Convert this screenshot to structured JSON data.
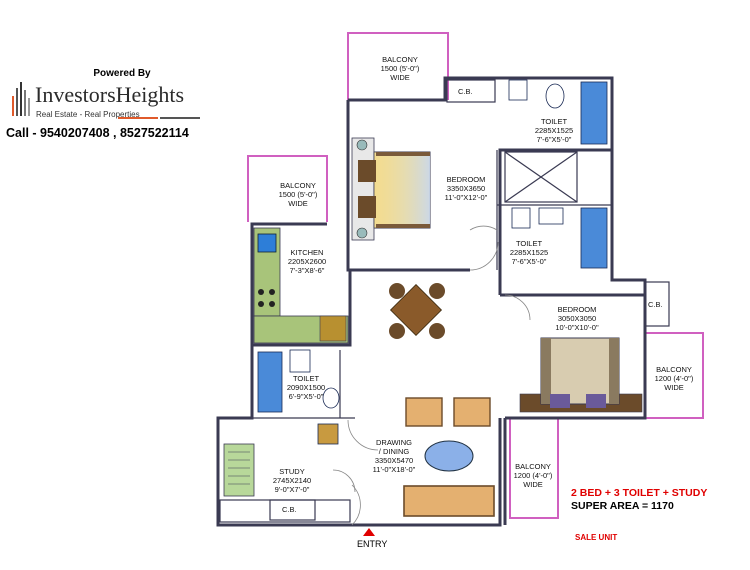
{
  "branding": {
    "powered_by": "Powered By",
    "name": "InvestorsHeights",
    "tagline": "Real Estate - Real Properties",
    "call": "Call - 9540207408 , 8527522114"
  },
  "rooms": {
    "balcony_top": {
      "name": "BALCONY",
      "dims": "1500 (5'-0\")",
      "extra": "WIDE"
    },
    "balcony_left": {
      "name": "BALCONY",
      "dims": "1500 (5'-0\")",
      "extra": "WIDE"
    },
    "bedroom_master": {
      "name": "BEDROOM",
      "dims": "3350X3650",
      "extra": "11'-0\"X12'-0\""
    },
    "toilet_top": {
      "name": "TOILET",
      "dims": "2285X1525",
      "extra": "7'-6\"X5'-0\""
    },
    "toilet_mid": {
      "name": "TOILET",
      "dims": "2285X1525",
      "extra": "7'-6\"X5'-0\""
    },
    "kitchen": {
      "name": "KITCHEN",
      "dims": "2205X2600",
      "extra": "7'-3\"X8'-6\""
    },
    "bedroom_second": {
      "name": "BEDROOM",
      "dims": "3050X3050",
      "extra": "10'-0\"X10'-0\""
    },
    "balcony_right": {
      "name": "BALCONY",
      "dims": "1200 (4'-0\")",
      "extra": "WIDE"
    },
    "toilet_small": {
      "name": "TOILET",
      "dims": "2090X1500",
      "extra": "6'-9\"X5'-0\""
    },
    "drawing_dining": {
      "name": "DRAWING",
      "name2": "/ DINING",
      "dims": "3350X5470",
      "extra": "11'-0\"X18'-0\""
    },
    "study": {
      "name": "STUDY",
      "dims": "2745X2140",
      "extra": "9'-0\"X7'-0\""
    },
    "balcony_bottom": {
      "name": "BALCONY",
      "dims": "1200 (4'-0\")",
      "extra": "WIDE"
    }
  },
  "cupboards": {
    "cb1": "C.B.",
    "cb2": "C.B.",
    "cb3": "C.B."
  },
  "entry": "ENTRY",
  "specs": {
    "config": "2 BED + 3 TOILET + STUDY",
    "super_area": "SUPER AREA = 1170",
    "sale": "SALE UNIT"
  },
  "colors": {
    "wall": "#3a3a52",
    "balcony_outline": "#d060c0",
    "kitchen_counter": "#a8c47a",
    "spec_red": "#e00000"
  }
}
